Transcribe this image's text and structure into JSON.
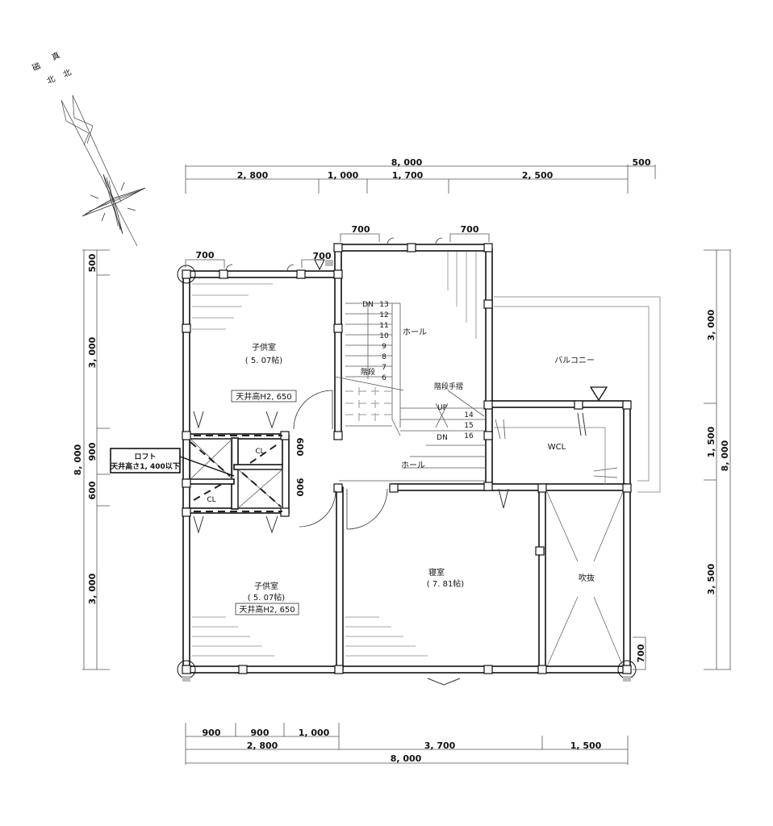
{
  "compass": {
    "labels": [
      {
        "top": "磁",
        "bottom": "北",
        "meaning": "magnetic north"
      },
      {
        "top": "真",
        "bottom": "北",
        "meaning": "true north"
      }
    ],
    "icon": "north-arrow-compass-icon"
  },
  "dimensions": {
    "top": {
      "overall": "8, 000",
      "overhang": "500",
      "segments": [
        "2, 800",
        "1, 000",
        "1, 700",
        "2, 500"
      ]
    },
    "bottom": {
      "detail": [
        "900",
        "900",
        "1, 000"
      ],
      "segments": [
        "2, 800",
        "3, 700",
        "1, 500"
      ],
      "overall": "8, 000"
    },
    "left": {
      "overall": "8, 000",
      "segments": [
        "500",
        "3, 000",
        "900",
        "600",
        "3, 000"
      ]
    },
    "right": {
      "overall": "8, 000",
      "segments": [
        "3, 000",
        "1, 500",
        "3, 500"
      ]
    },
    "openings": {
      "top_left_700": "700",
      "top_mid_700": "700",
      "hall_left_700": "700",
      "hall_right_700": "700",
      "loft_600": "600",
      "loft_900": "900",
      "void_700": "700"
    }
  },
  "rooms": {
    "kids_room_1": {
      "name": "子供室",
      "area": "( 5. 07帖)",
      "ceiling": "天井高H2, 650"
    },
    "kids_room_2": {
      "name": "子供室",
      "area": "( 5. 07帖)",
      "ceiling": "天井高H2, 650"
    },
    "bedroom": {
      "name": "寝室",
      "area": "( 7. 81帖)"
    },
    "hall_upper": {
      "name": "ホール"
    },
    "hall_lower": {
      "name": "ホール"
    },
    "balcony": {
      "name": "バルコニー"
    },
    "walk_in_closet": {
      "name": "WCL"
    },
    "void": {
      "name": "吹抜"
    },
    "stairs": {
      "name": "階段"
    },
    "closet_1": {
      "name": "CL"
    },
    "closet_2": {
      "name": "CL"
    }
  },
  "stairs": {
    "down_label": "DN",
    "up_label": "UP",
    "down_label_2": "DN",
    "steps_upper": [
      "13",
      "12",
      "11",
      "10",
      "9",
      "8",
      "7",
      "6"
    ],
    "steps_lower": [
      "14",
      "15",
      "16"
    ],
    "handrail_label": "階段手摺"
  },
  "loft_callout": {
    "title": "ロフト",
    "note": "天井高さ1, 400以下"
  }
}
